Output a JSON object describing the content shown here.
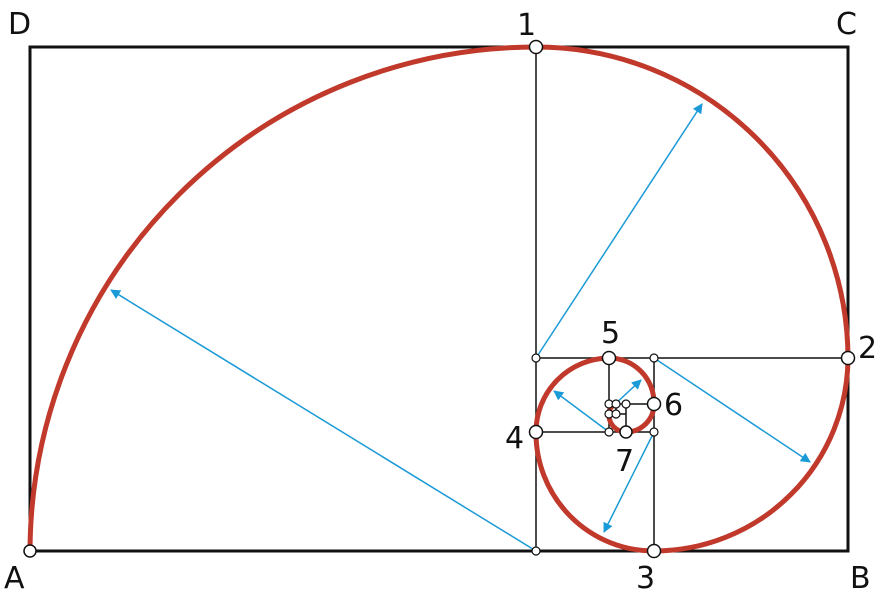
{
  "diagram": {
    "corner_labels": {
      "D": "D",
      "C": "C",
      "A": "A",
      "B": "B"
    },
    "point_labels": [
      "1",
      "2",
      "3",
      "4",
      "5",
      "6",
      "7"
    ],
    "colors": {
      "frame": "#111111",
      "spiral": "#c0392b",
      "radius_arrow": "#1a9ad6",
      "background": "#ffffff"
    }
  }
}
